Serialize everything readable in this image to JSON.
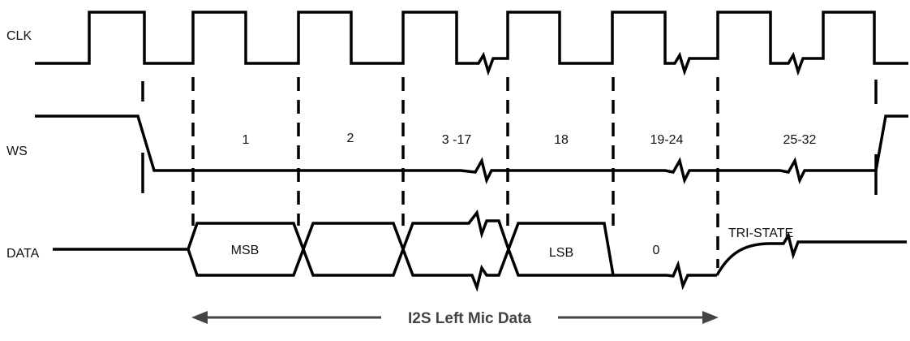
{
  "signals": {
    "clk": "CLK",
    "ws": "WS",
    "data": "DATA"
  },
  "slots": [
    {
      "id": "slot-1",
      "label": "1"
    },
    {
      "id": "slot-2",
      "label": "2"
    },
    {
      "id": "slot-3-17",
      "label": "3 -17"
    },
    {
      "id": "slot-18",
      "label": "18"
    },
    {
      "id": "slot-19-24",
      "label": "19-24"
    },
    {
      "id": "slot-25-32",
      "label": "25-32"
    }
  ],
  "data_labels": {
    "msb": "MSB",
    "lsb": "LSB",
    "zero": "0",
    "tristate": "TRI-STATE"
  },
  "caption": "I2S Left Mic Data"
}
